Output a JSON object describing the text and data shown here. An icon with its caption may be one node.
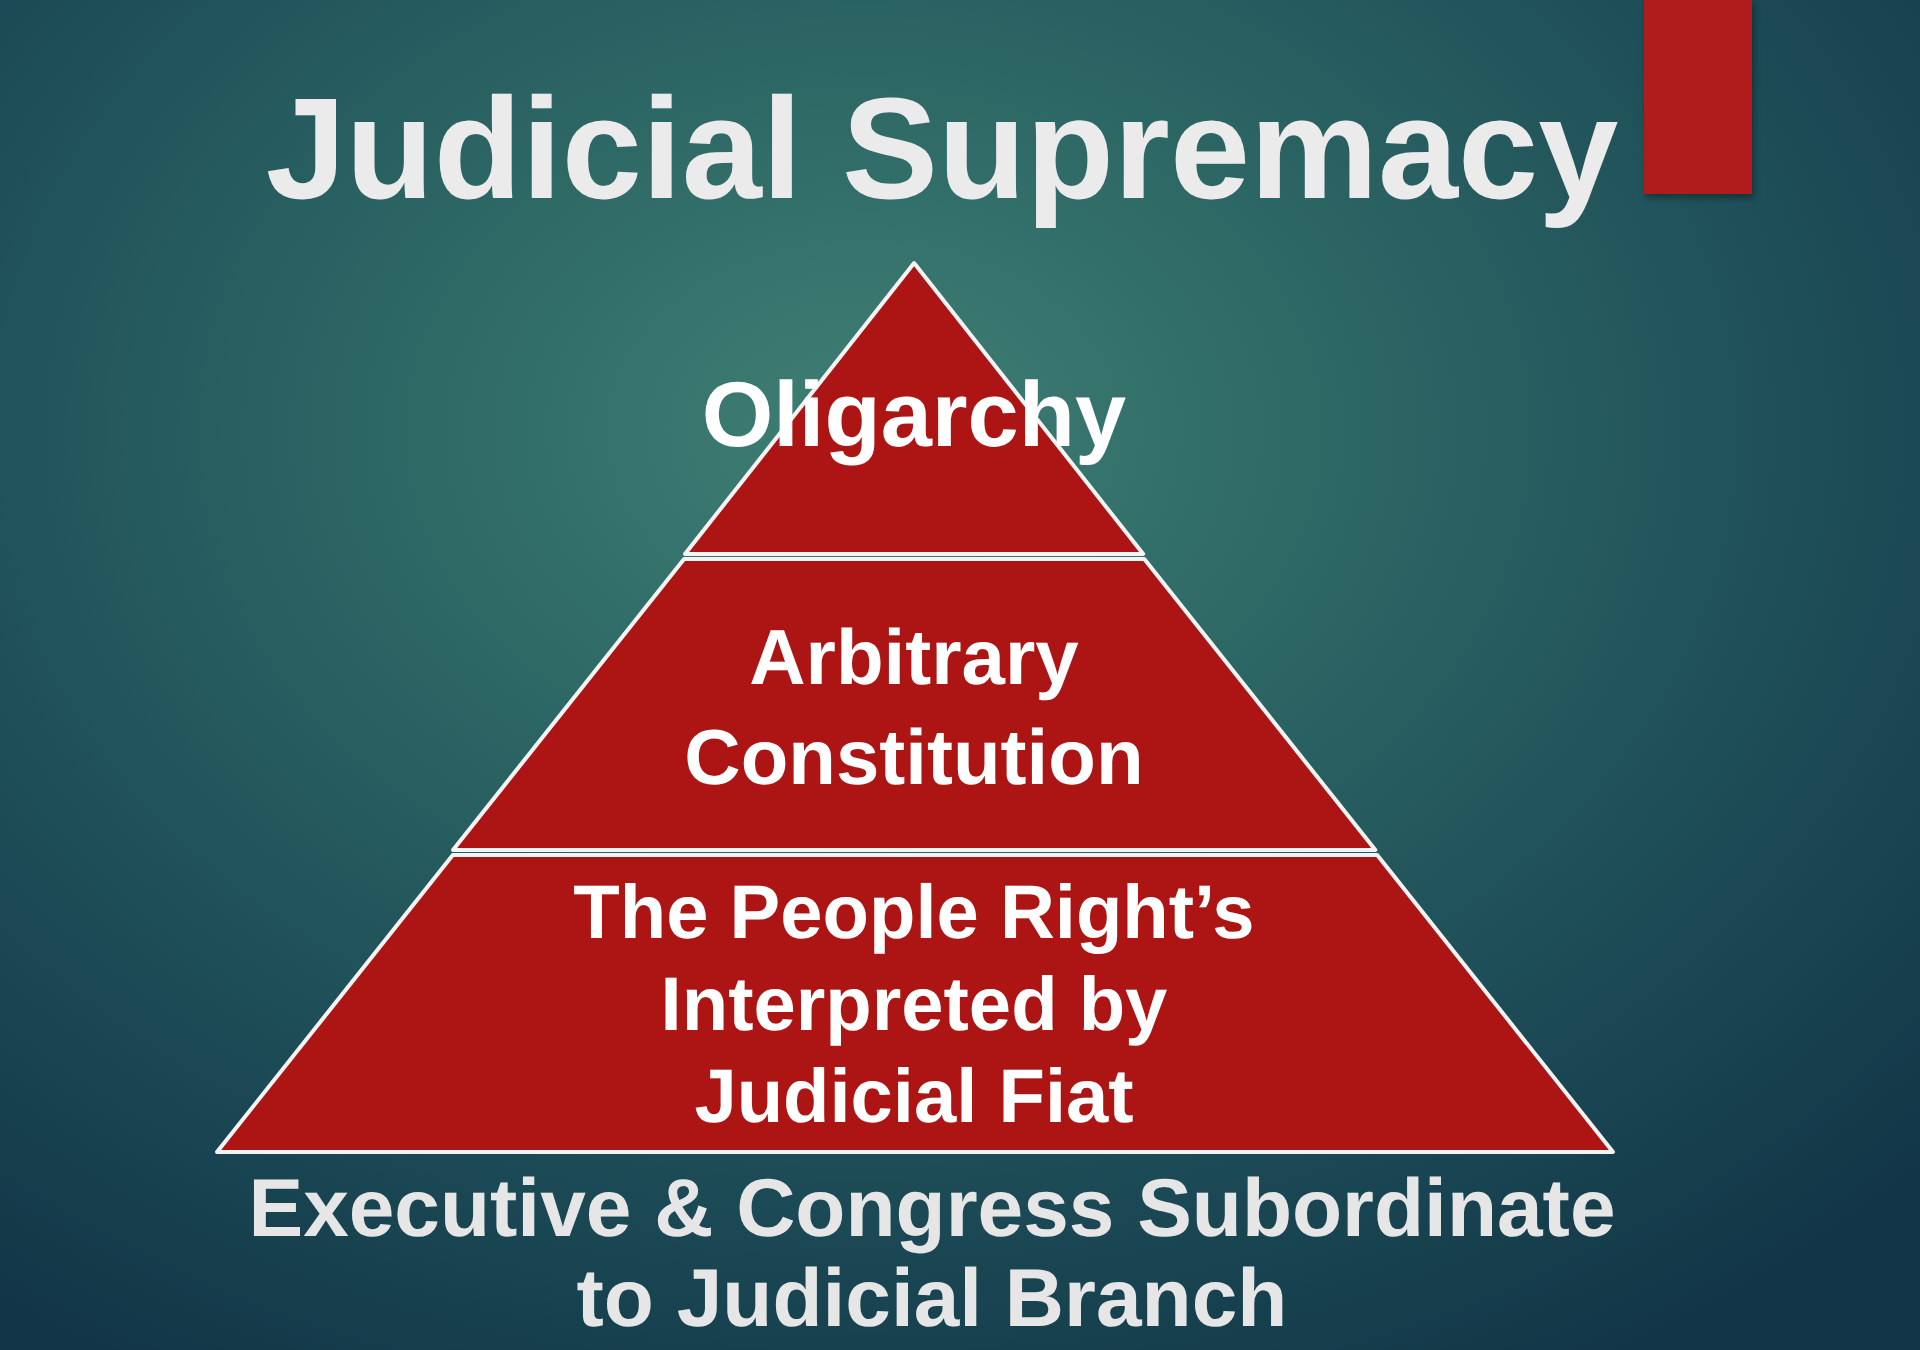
{
  "diagram": {
    "title": "Judicial Supremacy",
    "nodes": [
      {
        "text": [
          "Oligarchy"
        ]
      },
      {
        "text": [
          "Arbitrary Constitution"
        ]
      },
      {
        "text": [
          "The People Right’s Interpreted by Judicial Fiat"
        ]
      }
    ],
    "caption": "Executive & Congress Subordinate to Judicial Branch"
  }
}
